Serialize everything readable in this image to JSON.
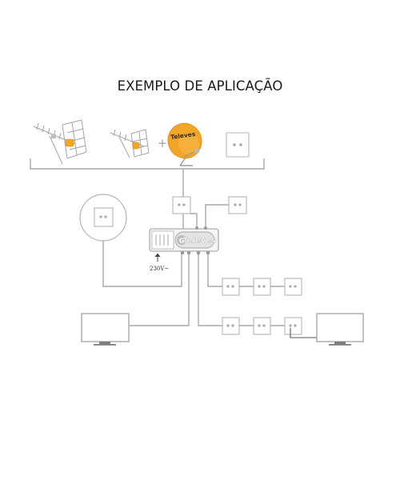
{
  "title": "EXEMPLO DE APLICAÇÃO",
  "brand": "Televes",
  "amplifier": {
    "brand": "Televes",
    "logo_letter": "G"
  },
  "power_label": "230V~",
  "plus_sign": "+",
  "colors": {
    "dish": "#f3a526",
    "lines": "#a9a9a9",
    "tv": "#9a9a9a"
  }
}
